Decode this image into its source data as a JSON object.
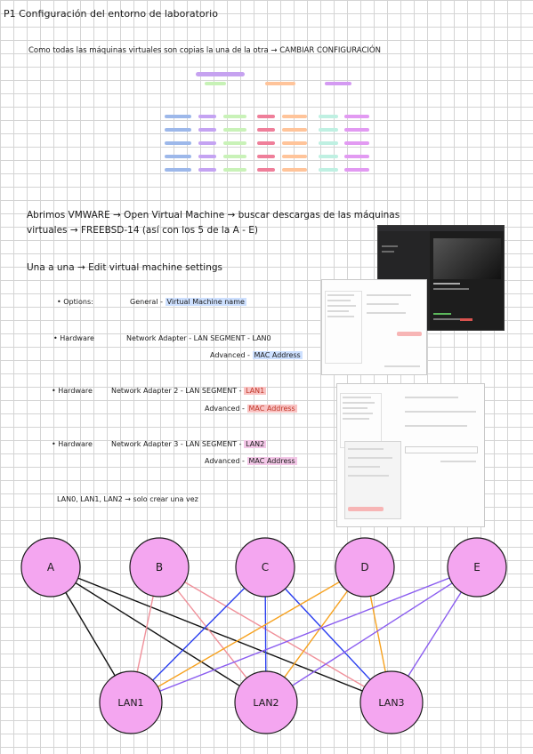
{
  "heading": "P1  Configuración del entorno de laboratorio",
  "intro": "Como todas las máquinas virtuales son copias la una de la otra → CAMBIAR CONFIGURACIÓN",
  "steps": {
    "line1": "Abrimos VMWARE → Open Virtual Machine → buscar descargas de las máquinas",
    "line2": "virtuales → FREEBSD-14 (así con los 5 de la A - E)",
    "line3": "Una a una → Edit virtual machine settings"
  },
  "options": {
    "label": "• Options:",
    "value_prefix": "General -",
    "value_hl": "Virtual Machine name"
  },
  "hardware": [
    {
      "label": "• Hardware",
      "text": "Network Adapter - LAN SEGMENT - ",
      "lan": "LAN0",
      "adv_prefix": "Advanced - ",
      "adv_hl": "MAC Address"
    },
    {
      "label": "• Hardware",
      "text": "Network Adapter 2 - LAN SEGMENT - ",
      "lan": "LAN1",
      "adv_prefix": "Advanced - ",
      "adv_hl": "MAC Address"
    },
    {
      "label": "• Hardware",
      "text": "Network Adapter 3 - LAN SEGMENT - ",
      "lan": "LAN2",
      "adv_prefix": "Advanced - ",
      "adv_hl": "MAC Address"
    }
  ],
  "footer_note": "LAN0, LAN1, LAN2 → solo crear una vez",
  "diagram": {
    "machines": [
      "A",
      "B",
      "C",
      "D",
      "E"
    ],
    "lans": [
      "LAN1",
      "LAN2",
      "LAN3"
    ],
    "node_fill": "#f4a6f0",
    "node_stroke": "#1b1b1b",
    "connections": [
      {
        "from": "A",
        "to": "LAN1",
        "color": "#111111"
      },
      {
        "from": "A",
        "to": "LAN2",
        "color": "#111111"
      },
      {
        "from": "A",
        "to": "LAN3",
        "color": "#111111"
      },
      {
        "from": "B",
        "to": "LAN1",
        "color": "#f0909a"
      },
      {
        "from": "B",
        "to": "LAN2",
        "color": "#f0909a"
      },
      {
        "from": "B",
        "to": "LAN3",
        "color": "#f0909a"
      },
      {
        "from": "C",
        "to": "LAN1",
        "color": "#2a3ff0"
      },
      {
        "from": "C",
        "to": "LAN2",
        "color": "#2a3ff0"
      },
      {
        "from": "C",
        "to": "LAN3",
        "color": "#2a3ff0"
      },
      {
        "from": "D",
        "to": "LAN1",
        "color": "#f7a21f"
      },
      {
        "from": "D",
        "to": "LAN2",
        "color": "#f7a21f"
      },
      {
        "from": "D",
        "to": "LAN3",
        "color": "#f7a21f"
      },
      {
        "from": "E",
        "to": "LAN1",
        "color": "#8a5cf0"
      },
      {
        "from": "E",
        "to": "LAN2",
        "color": "#8a5cf0"
      },
      {
        "from": "E",
        "to": "LAN3",
        "color": "#8a5cf0"
      }
    ]
  }
}
